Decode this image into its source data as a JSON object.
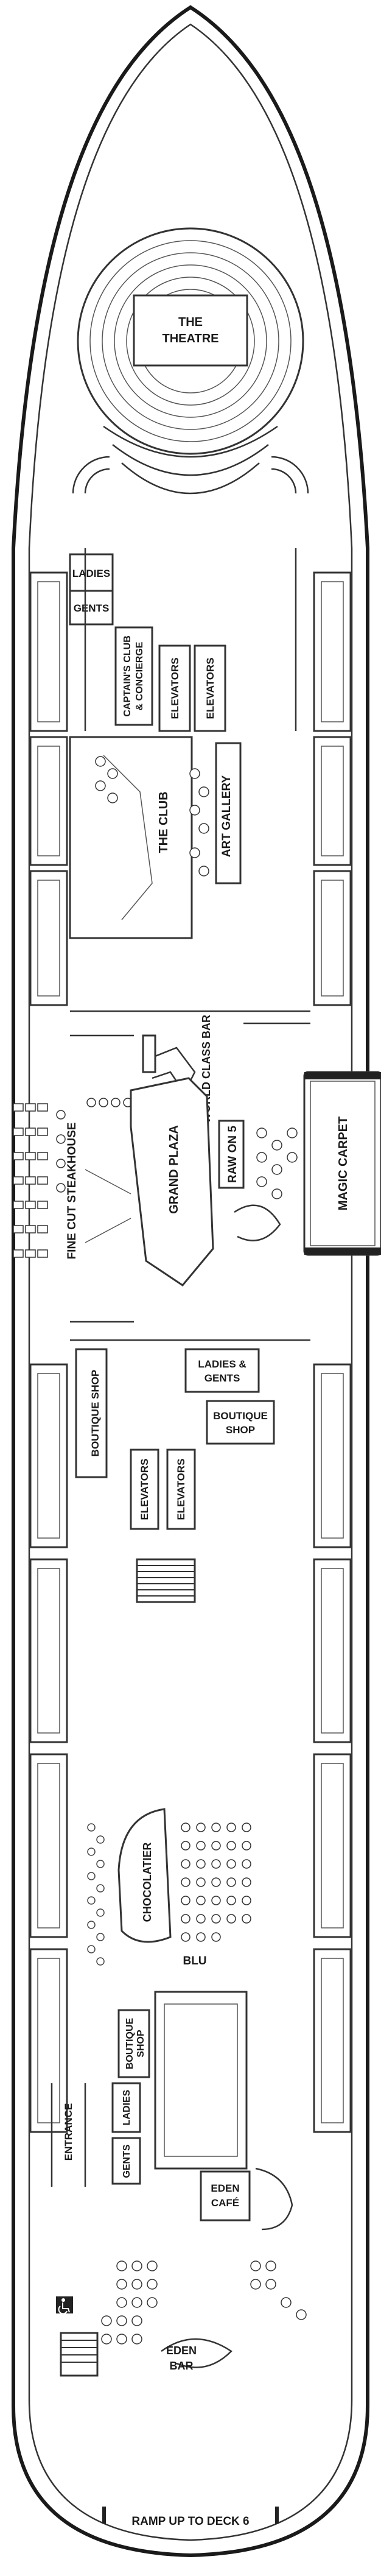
{
  "labels": {
    "theatre_1": "THE",
    "theatre_2": "THEATRE",
    "ladies_fwd": "LADIES",
    "gents_fwd": "GENTS",
    "captains_1": "CAPTAIN'S CLUB",
    "captains_2": "& CONCIERGE",
    "elevators": "ELEVATORS",
    "the_club": "THE CLUB",
    "art_gallery": "ART GALLERY",
    "world_class_bar": "WORLD CLASS BAR",
    "fine_cut": "FINE CUT STEAKHOUSE",
    "grand_plaza": "GRAND PLAZA",
    "raw_on_5": "RAW ON 5",
    "magic_carpet": "MAGIC CARPET",
    "boutique_shop": "BOUTIQUE SHOP",
    "ladies_gents_1": "LADIES &",
    "ladies_gents_2": "GENTS",
    "boutique_1": "BOUTIQUE",
    "boutique_2": "SHOP",
    "chocolatier": "CHOCOLATIER",
    "blu": "BLU",
    "entrance": "ENTRANCE",
    "ladies_aft": "LADIES",
    "gents_aft": "GENTS",
    "eden_cafe_1": "EDEN",
    "eden_cafe_2": "CAFÉ",
    "eden_bar_1": "EDEN",
    "eden_bar_2": "BAR",
    "ramp": "RAMP UP TO DECK 6"
  },
  "icons": {
    "accessible": "wheelchair-icon"
  }
}
